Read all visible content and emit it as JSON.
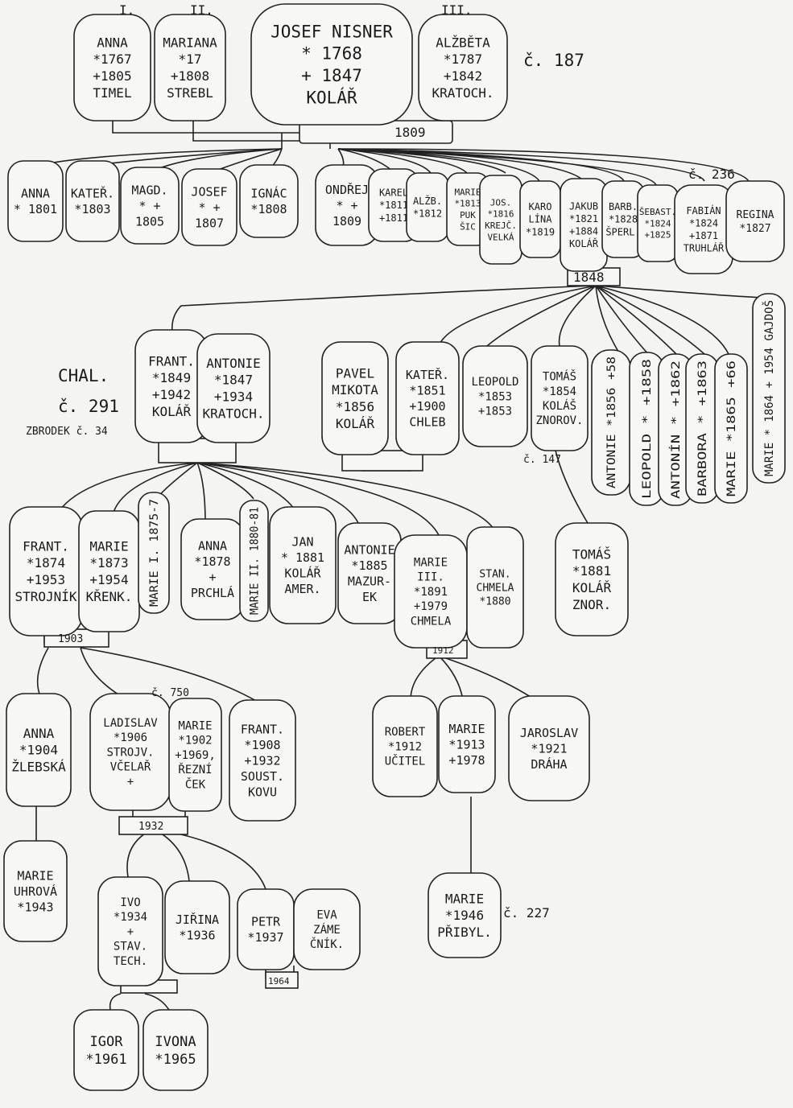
{
  "labels": {
    "roman1": "I.",
    "roman2": "II.",
    "roman3": "III.",
    "num187": "č. 187",
    "num236": "č. 236",
    "chal1": "CHAL.",
    "chal2": "č. 291",
    "zbrodek": "ZBRODEK č. 34",
    "num147": "č. 147",
    "num750": "č. 750",
    "num227": "č. 227",
    "y1809": "1809",
    "y1848": "1848",
    "y1903": "1903",
    "y1912": "1912",
    "y1932": "1932",
    "y1964": "1964"
  },
  "people": [
    {
      "id": "anna1767",
      "lines": [
        "ANNA",
        "*1767",
        "+1805",
        "TIMEL"
      ]
    },
    {
      "id": "mariana",
      "lines": [
        "MARIANA",
        "*17",
        "+1808",
        "STREBL"
      ]
    },
    {
      "id": "josef1768",
      "lines": [
        "JOSEF NISNER",
        "* 1768",
        "+ 1847",
        "KOLÁŘ"
      ]
    },
    {
      "id": "alzbeta",
      "lines": [
        "ALŽBĚTA",
        "*1787",
        "+1842",
        "KRATOCH."
      ]
    },
    {
      "id": "anna1801",
      "lines": [
        "ANNA",
        "* 1801"
      ]
    },
    {
      "id": "kater1803",
      "lines": [
        "KATEŘ.",
        "*1803"
      ]
    },
    {
      "id": "magd",
      "lines": [
        "MAGD.",
        "* +",
        "1805"
      ]
    },
    {
      "id": "josef1807",
      "lines": [
        "JOSEF",
        "* +",
        "1807"
      ]
    },
    {
      "id": "ignac",
      "lines": [
        "IGNÁC",
        "*1808"
      ]
    },
    {
      "id": "ondrej",
      "lines": [
        "ONDŘEJ",
        "* +",
        "1809"
      ]
    },
    {
      "id": "karel1811",
      "lines": [
        "KAREL",
        "*1811",
        "+1811"
      ]
    },
    {
      "id": "alzb1812",
      "lines": [
        "ALŽB.",
        "*1812"
      ]
    },
    {
      "id": "marie1813",
      "lines": [
        "MARIE",
        "*1813",
        "PUK",
        "ŠIC"
      ]
    },
    {
      "id": "jos1816",
      "lines": [
        "JOS.",
        "*1816",
        "KREJČ.",
        "VELKÁ"
      ]
    },
    {
      "id": "karolina",
      "lines": [
        "KARO",
        "LÍNA",
        "*1819"
      ]
    },
    {
      "id": "jakub",
      "lines": [
        "JAKUB",
        "*1821",
        "+1884",
        "KOLÁŘ"
      ]
    },
    {
      "id": "barb1828",
      "lines": [
        "BARB.",
        "*1828",
        "ŠPERL."
      ]
    },
    {
      "id": "sebast",
      "lines": [
        "ŠEBAST.",
        "*1824",
        "+1825"
      ]
    },
    {
      "id": "fabian",
      "lines": [
        "FABIÁN",
        "*1824",
        "+1871",
        "TRUHLÁŘ"
      ]
    },
    {
      "id": "regina",
      "lines": [
        "REGINA",
        "*1827"
      ]
    },
    {
      "id": "frant1849",
      "lines": [
        "FRANT.",
        "*1849",
        "+1942",
        "KOLÁŘ"
      ]
    },
    {
      "id": "antonie1847",
      "lines": [
        "ANTONIE",
        "*1847",
        "+1934",
        "KRATOCH."
      ]
    },
    {
      "id": "pavel",
      "lines": [
        "PAVEL",
        "MIKOTA",
        "*1856",
        "KOLÁŘ"
      ]
    },
    {
      "id": "kater1851",
      "lines": [
        "KATEŘ.",
        "*1851",
        "+1900",
        "CHLEB"
      ]
    },
    {
      "id": "leopold1853",
      "lines": [
        "LEOPOLD",
        "*1853",
        "+1853"
      ]
    },
    {
      "id": "tomas1854",
      "lines": [
        "TOMÁŠ",
        "*1854",
        "KOLÁŠ",
        "ZNOROV."
      ]
    },
    {
      "id": "frant1874",
      "lines": [
        "FRANT.",
        "*1874",
        "+1953",
        "STROJNÍK"
      ]
    },
    {
      "id": "marie1873",
      "lines": [
        "MARIE",
        "*1873",
        "+1954",
        "KŘENK."
      ]
    },
    {
      "id": "anna1878",
      "lines": [
        "ANNA",
        "*1878",
        "+",
        "PRCHLÁ"
      ]
    },
    {
      "id": "jan1881",
      "lines": [
        "JAN",
        "* 1881",
        "KOLÁŘ",
        "AMER."
      ]
    },
    {
      "id": "antonie1885",
      "lines": [
        "ANTONIE",
        "*1885",
        "MAZUR-",
        "EK"
      ]
    },
    {
      "id": "marie1891",
      "lines": [
        "MARIE",
        "III.",
        "*1891",
        "+1979",
        "CHMELA"
      ]
    },
    {
      "id": "stan1880",
      "lines": [
        "STAN.",
        "CHMELA",
        "*1880"
      ]
    },
    {
      "id": "tomas1881",
      "lines": [
        "TOMÁŠ",
        "*1881",
        "KOLÁŘ",
        "ZNOR."
      ]
    },
    {
      "id": "anna1904",
      "lines": [
        "ANNA",
        "*1904",
        "ŽLEBSKÁ"
      ]
    },
    {
      "id": "ladislav",
      "lines": [
        "LADISLAV",
        "*1906",
        "STROJV.",
        "VČELAŘ",
        "+"
      ]
    },
    {
      "id": "marie1902",
      "lines": [
        "MARIE",
        "*1902",
        "+1969,",
        "ŘEZNÍ",
        "ČEK"
      ]
    },
    {
      "id": "frant1908",
      "lines": [
        "FRANT.",
        "*1908",
        "+1932",
        "SOUST.",
        "KOVU"
      ]
    },
    {
      "id": "robert",
      "lines": [
        "ROBERT",
        "*1912",
        "UČITEL"
      ]
    },
    {
      "id": "marie1913",
      "lines": [
        "MARIE",
        "*1913",
        "+1978"
      ]
    },
    {
      "id": "jaroslav",
      "lines": [
        "JAROSLAV",
        "*1921",
        "DRÁHA"
      ]
    },
    {
      "id": "marie1943",
      "lines": [
        "MARIE",
        "UHROVÁ",
        "*1943"
      ]
    },
    {
      "id": "ivo",
      "lines": [
        "IVO",
        "*1934",
        "+",
        "STAV.",
        "TECH."
      ]
    },
    {
      "id": "jirina",
      "lines": [
        "JIŘINA",
        "*1936"
      ]
    },
    {
      "id": "petr",
      "lines": [
        "PETR",
        "*1937"
      ]
    },
    {
      "id": "eva",
      "lines": [
        "EVA",
        "ZÁME",
        "ČNÍK."
      ]
    },
    {
      "id": "marie1946",
      "lines": [
        "MARIE",
        "*1946",
        "PŘIBYL."
      ]
    },
    {
      "id": "igor",
      "lines": [
        "IGOR",
        "*1961"
      ]
    },
    {
      "id": "ivona",
      "lines": [
        "IVONA",
        "*1965"
      ]
    }
  ],
  "vertical": [
    {
      "id": "antonie1856",
      "text": "ANTONIE *1856 +58"
    },
    {
      "id": "leopold1858",
      "text": "LEOPOLD * +1858"
    },
    {
      "id": "antonin1862",
      "text": "ANTONÍN * +1862"
    },
    {
      "id": "barbora1863",
      "text": "BARBORA * +1863"
    },
    {
      "id": "marie1865",
      "text": "MARIE *1865 +66"
    },
    {
      "id": "marie1864",
      "text": "MARIE * 1864 + 1954 GAJDOŠ"
    },
    {
      "id": "marieI",
      "text": "MARIE I. 1875-7"
    },
    {
      "id": "marieII",
      "text": "MARIE II. 1880-81"
    }
  ]
}
